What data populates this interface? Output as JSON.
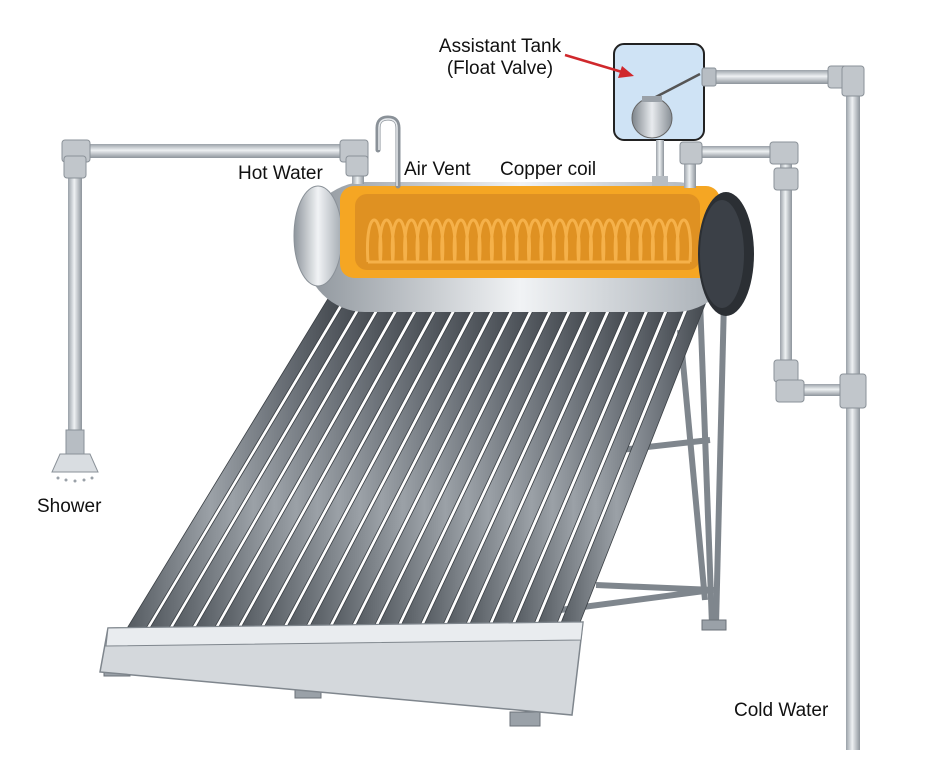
{
  "labels": {
    "assistant_tank_line1": "Assistant Tank",
    "assistant_tank_line2": "(Float Valve)",
    "hot_water": "Hot Water",
    "air_vent": "Air Vent",
    "copper_coil": "Copper coil",
    "shower": "Shower",
    "cold_water": "Cold Water"
  },
  "colors": {
    "pipe": "#c9ced4",
    "tank_insulation": "#f5a623",
    "copper_coil": "#c56a1c",
    "tube": "#6b7178",
    "arrow": "#d0282c",
    "assistant_tank_fill": "#cfe3f5"
  },
  "diagram": {
    "tube_count": 20
  }
}
